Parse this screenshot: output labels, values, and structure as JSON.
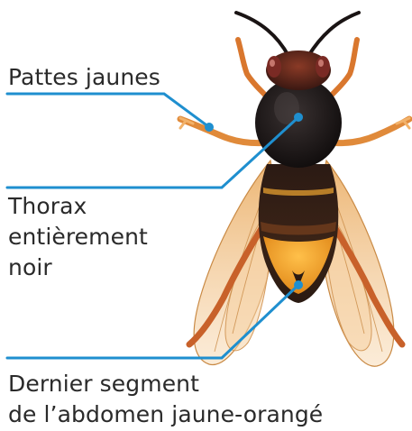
{
  "labels": {
    "legs": {
      "lines": [
        "Pattes jaunes"
      ]
    },
    "thorax": {
      "lines": [
        "Thorax",
        "entièrement",
        "noir"
      ]
    },
    "abdomen": {
      "lines": [
        "Dernier segment",
        "de l’abdomen jaune-orangé"
      ]
    }
  },
  "colors": {
    "leader_line": "#1f8fcf",
    "body_black": "#1a1414",
    "head_red": "#6b2a1e",
    "leg_orange": "#e08a3a",
    "abdomen_tip": "#f2a12a",
    "wing": "#f3c48a",
    "text": "#2a2a2a"
  }
}
